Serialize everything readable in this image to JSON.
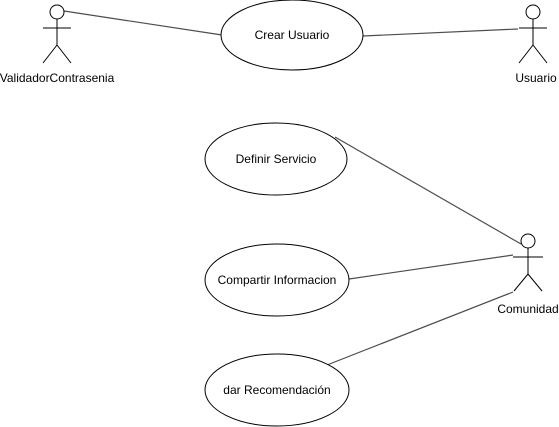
{
  "diagram": {
    "type": "use-case",
    "actors": {
      "validador": {
        "name": "ValidadorContrasenia"
      },
      "usuario": {
        "name": "Usuario"
      },
      "comunidad": {
        "name": "Comunidad"
      }
    },
    "use_cases": {
      "crear_usuario": {
        "label": "Crear Usuario"
      },
      "definir_servicio": {
        "label": "Definir Servicio"
      },
      "compartir_informacion": {
        "label": "Compartir Informacion"
      },
      "dar_recomendacion": {
        "label": "dar Recomendación"
      }
    },
    "associations": [
      {
        "actor": "ValidadorContrasenia",
        "use_case": "Crear Usuario"
      },
      {
        "actor": "Usuario",
        "use_case": "Crear Usuario"
      },
      {
        "actor": "Comunidad",
        "use_case": "Definir Servicio"
      },
      {
        "actor": "Comunidad",
        "use_case": "Compartir Informacion"
      },
      {
        "actor": "Comunidad",
        "use_case": "dar Recomendación"
      }
    ]
  },
  "colors": {
    "line": "#4d4d4d",
    "stroke": "#000000",
    "background": "#ffffff"
  }
}
